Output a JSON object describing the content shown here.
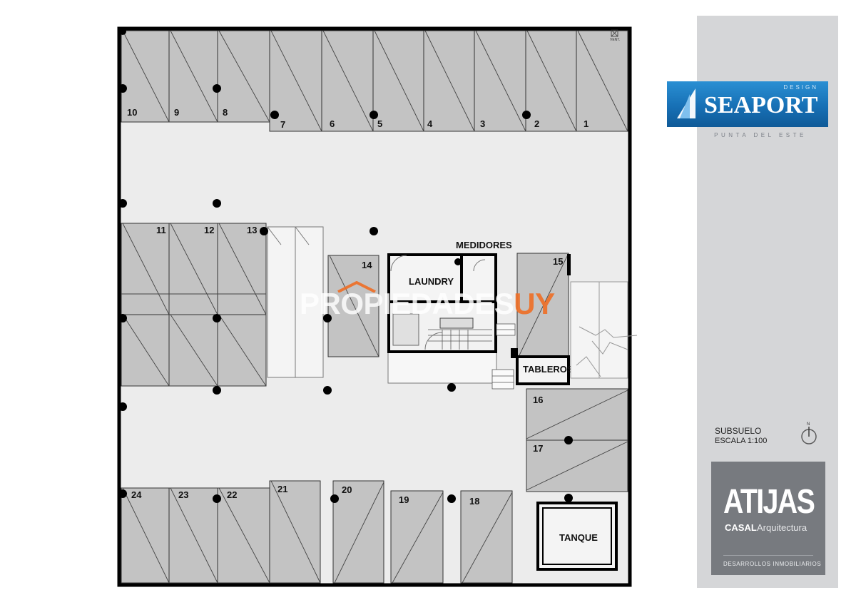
{
  "plan": {
    "parking_spaces": [
      "1",
      "2",
      "3",
      "4",
      "5",
      "6",
      "7",
      "8",
      "9",
      "10",
      "11",
      "12",
      "13",
      "14",
      "15",
      "16",
      "17",
      "18",
      "19",
      "20",
      "21",
      "22",
      "23",
      "24"
    ],
    "rooms": {
      "laundry": "LAUNDRY",
      "meters": "MEDIDORES",
      "boards": "TABLEROS",
      "tank": "TANQUE"
    },
    "vent_label": "VENT."
  },
  "brand": {
    "seaport": {
      "name": "SEAPORT",
      "tag": "DESIGN",
      "location": "PUNTA DEL ESTE"
    },
    "atijas": {
      "name": "ATIJAS",
      "casal": "CASAL",
      "arquitectura": "Arquitectura",
      "tagline": "DESARROLLOS INMOBILIARIOS"
    }
  },
  "sheet": {
    "title": "SUBSUELO",
    "scale": "ESCALA 1:100",
    "north": "N"
  },
  "watermark": {
    "main": "PROPIEDADES",
    "suffix": "UY"
  },
  "colors": {
    "stall": "#c3c3c3",
    "floor": "#ececec",
    "wall": "#000000",
    "panel": "#d5d6d8",
    "seaport_blue": "#1a74ba",
    "atijas_gray": "#777a7f",
    "watermark_orange": "#ee7028"
  }
}
